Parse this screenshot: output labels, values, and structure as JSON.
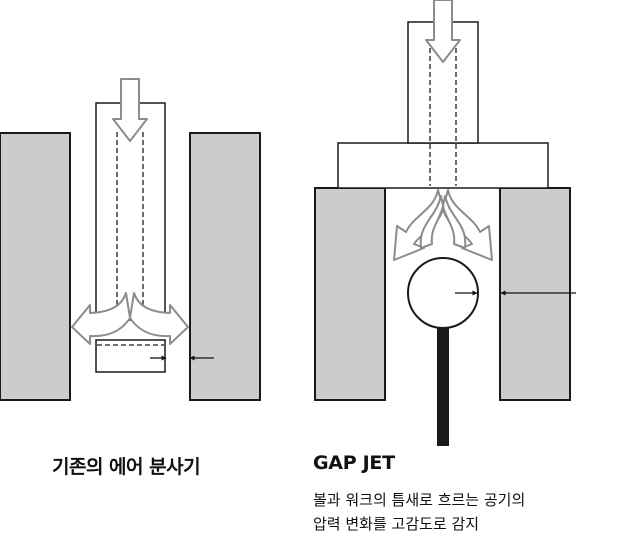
{
  "labels": {
    "left_title": "기존의 에어 분사기",
    "right_title": "GAP JET",
    "right_desc_line1": "볼과 워크의 틈새로 흐르는 공기의",
    "right_desc_line2": "압력 변화를 고감도로 감지"
  },
  "colors": {
    "wall_fill": "#cccccc",
    "stroke": "#1a1a1a",
    "arrow_fill": "#ffffff",
    "arrow_stroke": "#8c8c8c",
    "text": "#111111"
  }
}
